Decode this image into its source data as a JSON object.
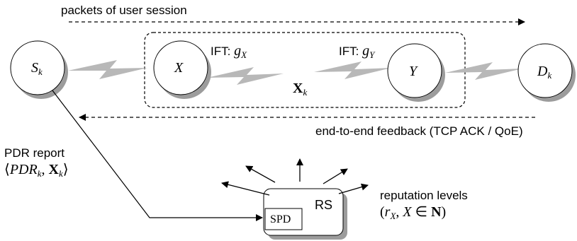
{
  "top_label": "packets of user session",
  "bottom_label": "end-to-end feedback (TCP ACK / QoE)",
  "nodes": {
    "source": {
      "sym": "S",
      "sub": "k"
    },
    "x": {
      "sym": "X"
    },
    "y": {
      "sym": "Y"
    },
    "dest": {
      "sym": "D",
      "sub": "k"
    }
  },
  "ift_x": {
    "prefix": "IFT: ",
    "sym": "g",
    "sub": "X"
  },
  "ift_y": {
    "prefix": "IFT: ",
    "sym": "g",
    "sub": "Y"
  },
  "path_vector": {
    "sym": "X",
    "sub": "k"
  },
  "pdr_report": {
    "title": "PDR report",
    "open": "⟨",
    "pdr_sym": "PDR",
    "pdr_sub": "k",
    "sep": ", ",
    "vec_sym": "X",
    "vec_sub": "k",
    "close": "⟩"
  },
  "rs_box": {
    "label": "RS",
    "inner_label": "SPD"
  },
  "reputation": {
    "title": "reputation levels",
    "open": "(",
    "r_sym": "r",
    "r_sub": "X",
    "sep": ", ",
    "x_sym": "X",
    "in": " ∈ ",
    "set": "N",
    "close": ")"
  }
}
